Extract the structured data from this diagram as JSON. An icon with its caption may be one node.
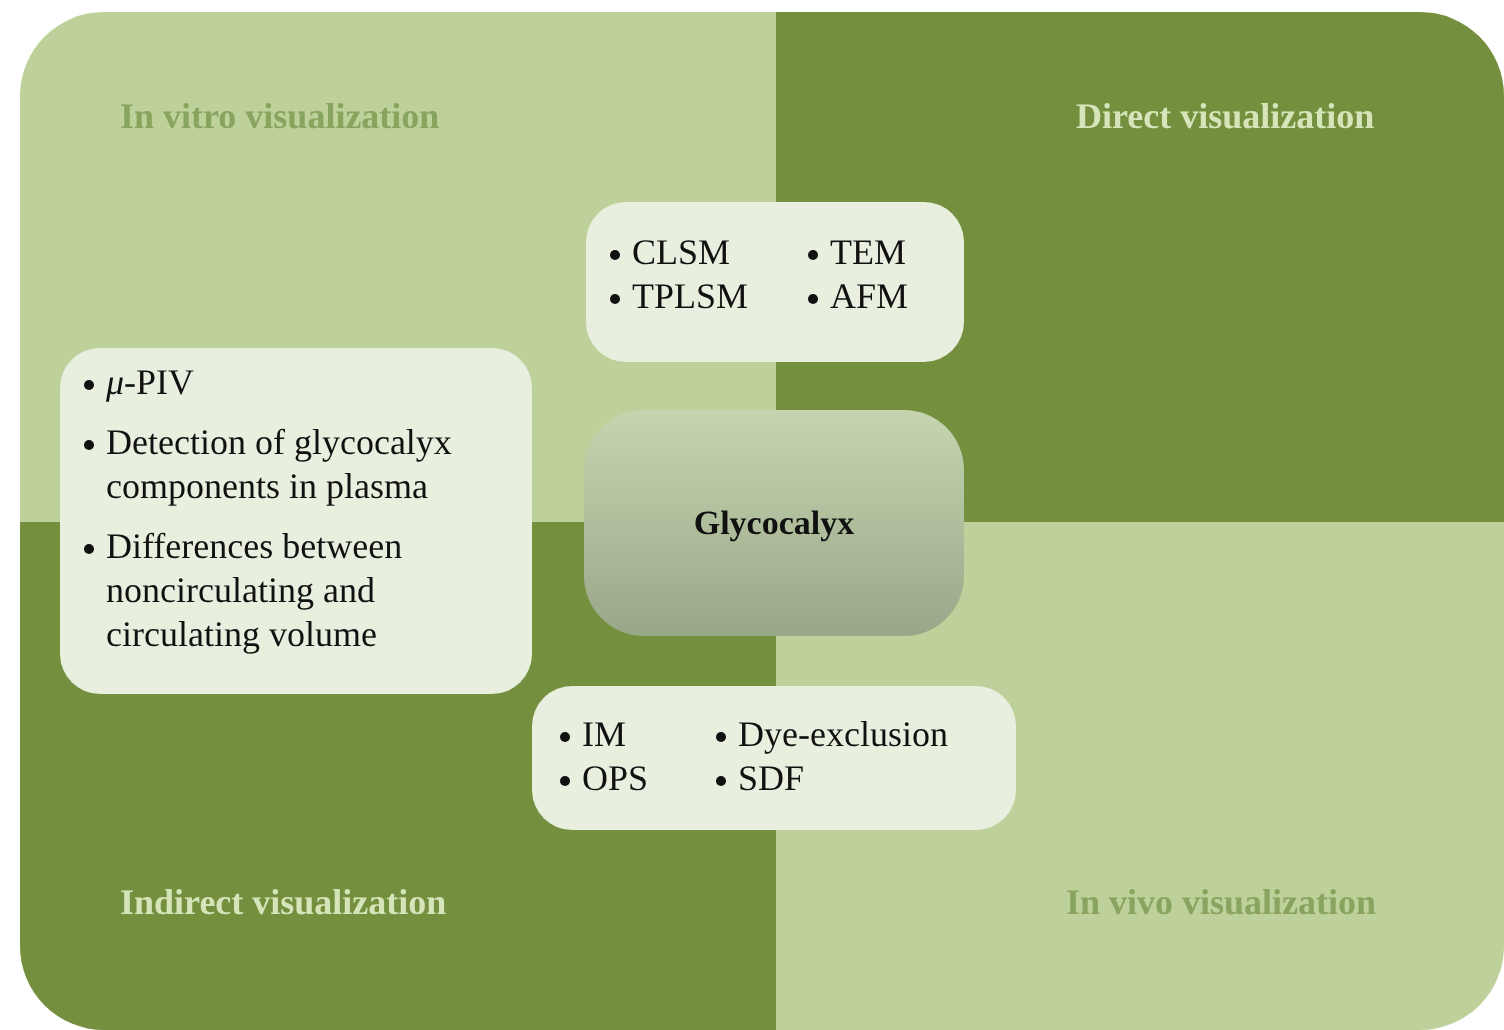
{
  "diagram": {
    "nodes": [
      {
        "text": [
          "In vitro visualization"
        ]
      },
      {
        "text": [
          "Direct visualization"
        ]
      },
      {
        "text": [
          "CLSM",
          "TEM",
          "TPLSM",
          "AFM"
        ]
      },
      {
        "text": [
          "*μ*-PIV",
          "Detection of glycocalyx components in plasma",
          "Differences between noncirculating and circulating volume"
        ]
      },
      {
        "text": [
          "Glycocalyx"
        ]
      },
      {
        "text": [
          "IM",
          "Dye-exclusion",
          "OPS",
          "SDF"
        ]
      },
      {
        "text": [
          "Indirect visualization"
        ]
      },
      {
        "text": [
          "In vivo visualization"
        ]
      }
    ]
  }
}
